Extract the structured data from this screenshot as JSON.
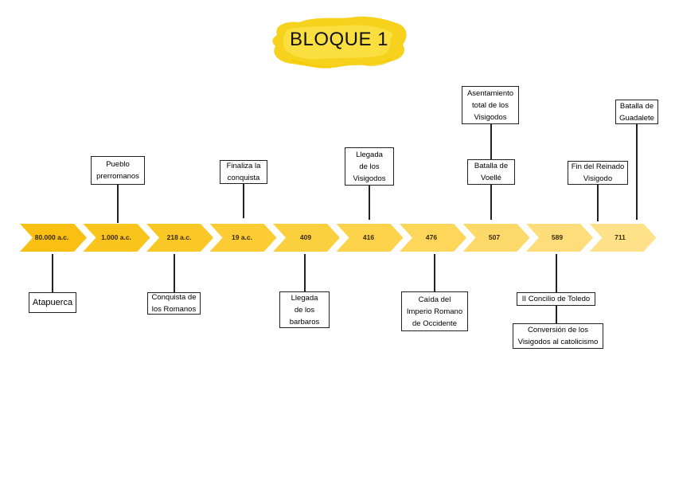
{
  "title": "BLOQUE 1",
  "colors": {
    "splash": "#f7d21c",
    "chevrons": [
      "#f9bf12",
      "#f9c41c",
      "#fac826",
      "#fbcc33",
      "#fbd03f",
      "#fcd34b",
      "#fdd65a",
      "#fdd96a",
      "#fedd7a",
      "#fee189"
    ]
  },
  "timeline": {
    "years": [
      "80.000 a.c.",
      "1.000 a.c.",
      "218 a.c.",
      "19 a.c.",
      "409",
      "416",
      "476",
      "507",
      "589",
      "711"
    ]
  },
  "events_above": [
    {
      "id": "pueblo",
      "text": "Pueblo\nprerromanos"
    },
    {
      "id": "finaliza",
      "text": "Finaliza la\nconquista"
    },
    {
      "id": "llegada-visigodos",
      "text": "Llegada\nde los\nVisigodos"
    },
    {
      "id": "asentamiento",
      "text": "Asentamiento\ntotal de los\nVisigodos"
    },
    {
      "id": "batalla-voelle",
      "text": "Batalla de\nVoellé"
    },
    {
      "id": "fin-reinado",
      "text": "Fin del Reinado\nVisigodo"
    },
    {
      "id": "batalla-guadalete",
      "text": "Batalla de\nGuadalete"
    }
  ],
  "events_below": [
    {
      "id": "atapuerca",
      "text": "Atapuerca"
    },
    {
      "id": "conquista-romanos",
      "text": "Conquista de\nlos Romanos"
    },
    {
      "id": "llegada-barbaros",
      "text": "Llegada\nde los\nbarbaros"
    },
    {
      "id": "caida-imperio",
      "text": "Caída del\nImperio Romano\nde Occidente"
    },
    {
      "id": "concilio-toledo",
      "text": "II Concilio de Toledo"
    },
    {
      "id": "conversion",
      "text": "Conversión de los\nVisigodos al catolicismo"
    }
  ]
}
